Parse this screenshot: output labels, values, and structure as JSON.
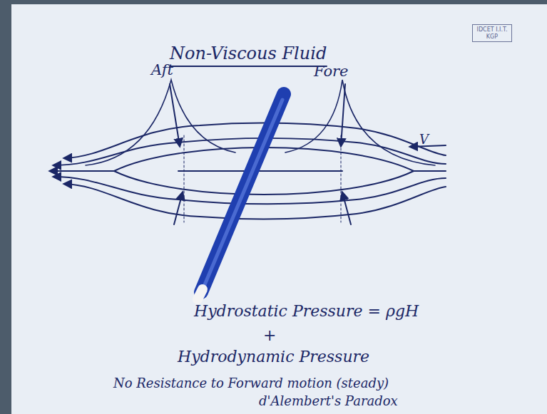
{
  "diagram": {
    "title": "Non-Viscous Fluid",
    "nodes": [
      {
        "text": [
          "IDCET I.I.T. KGP"
        ]
      }
    ],
    "labels": [
      "Aft",
      "Fore",
      "V",
      "Hydrostatic Pressure = ρgH",
      "+",
      "Hydrodynamic Pressure",
      "No Resistance to Forward motion (steady)",
      "d'Alembert's Paradox"
    ]
  }
}
